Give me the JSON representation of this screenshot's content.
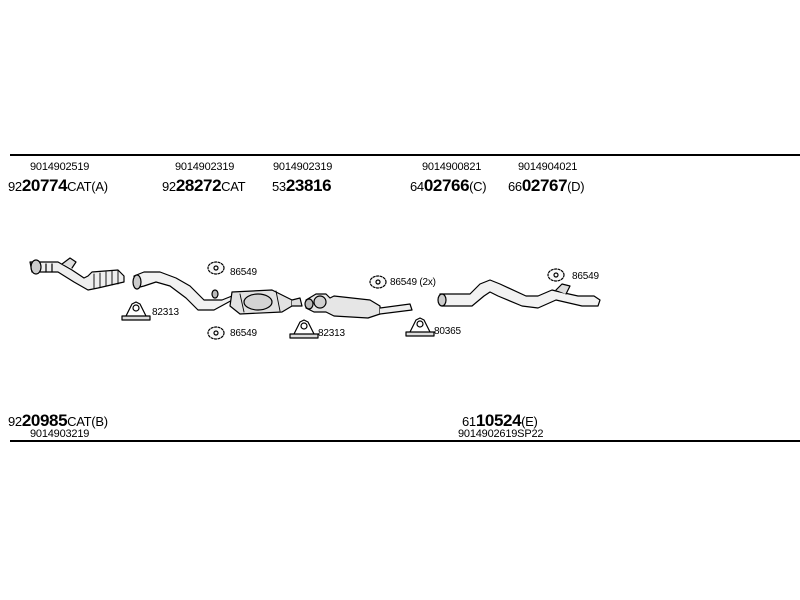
{
  "top_parts": [
    {
      "ref": "9014902519",
      "prefix": "92",
      "num": "20774",
      "suffix": "CAT(A)"
    },
    {
      "ref": "9014902319",
      "prefix": "92",
      "num": "28272",
      "suffix": "CAT"
    },
    {
      "ref": "9014902319",
      "prefix": "53",
      "num": "23816",
      "suffix": ""
    },
    {
      "ref": "9014900821",
      "prefix": "64",
      "num": "02766",
      "suffix": "(C)"
    },
    {
      "ref": "9014904021",
      "prefix": "66",
      "num": "02767",
      "suffix": "(D)"
    }
  ],
  "bottom_parts": [
    {
      "ref": "9014903219",
      "prefix": "92",
      "num": "20985",
      "suffix": "CAT(B)"
    },
    {
      "ref": "9014902619SP22",
      "prefix": "61",
      "num": "10524",
      "suffix": "(E)"
    }
  ],
  "callouts": [
    {
      "label": "86549"
    },
    {
      "label": "82313"
    },
    {
      "label": "86549"
    },
    {
      "label": "82313"
    },
    {
      "label": "86549 (2x)"
    },
    {
      "label": "80365"
    },
    {
      "label": "86549"
    }
  ]
}
